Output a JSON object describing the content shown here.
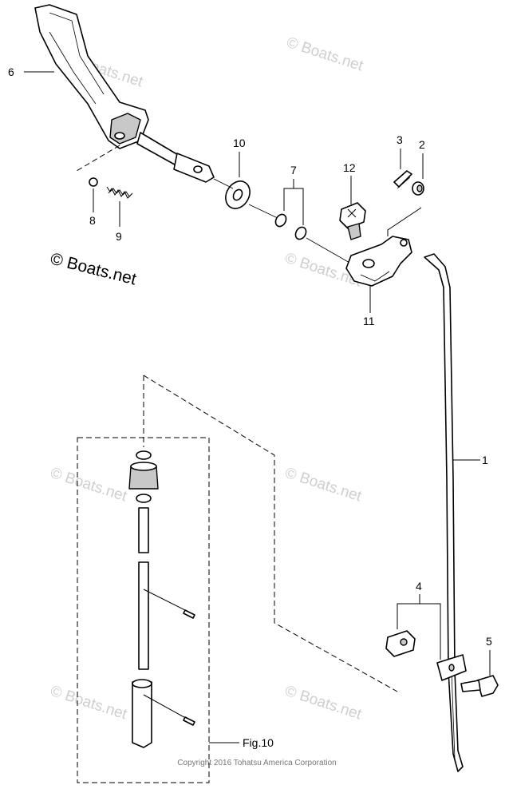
{
  "callouts": [
    {
      "id": "c1",
      "text": "1"
    },
    {
      "id": "c2",
      "text": "2"
    },
    {
      "id": "c3",
      "text": "3"
    },
    {
      "id": "c4",
      "text": "4"
    },
    {
      "id": "c5",
      "text": "5"
    },
    {
      "id": "c6",
      "text": "6"
    },
    {
      "id": "c7",
      "text": "7"
    },
    {
      "id": "c8",
      "text": "8"
    },
    {
      "id": "c9",
      "text": "9"
    },
    {
      "id": "c10",
      "text": "10"
    },
    {
      "id": "c11",
      "text": "11"
    },
    {
      "id": "c12",
      "text": "12"
    }
  ],
  "watermark": {
    "text": "© Boats.net",
    "dark_text": "© Boats.net"
  },
  "figure_ref": "Fig.10",
  "copyright": "Copyright 2016 Tohatsu America Corporation"
}
